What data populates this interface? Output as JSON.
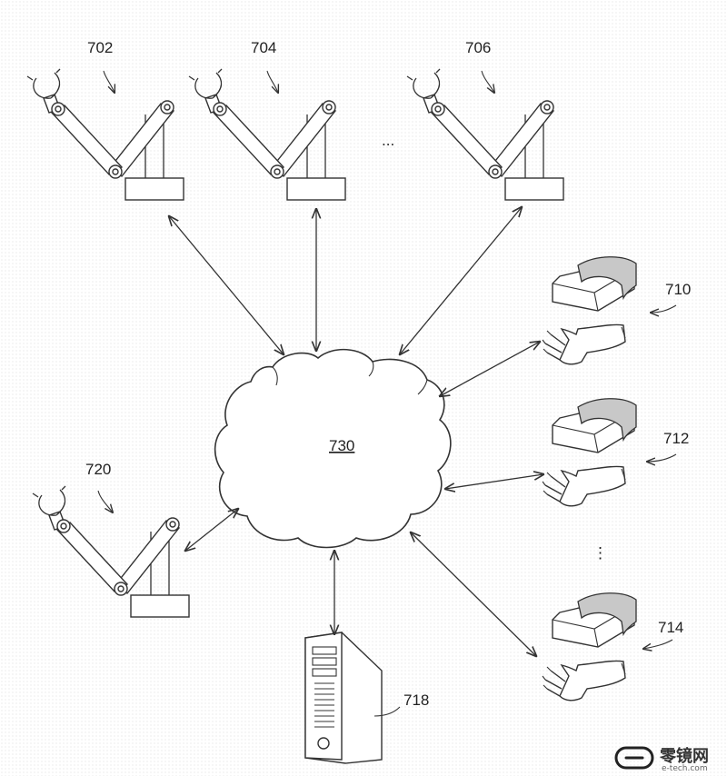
{
  "refs": {
    "robot_1": "702",
    "robot_2": "704",
    "robot_3": "706",
    "robot_4": "720",
    "user_1": "710",
    "user_2": "712",
    "user_3": "714",
    "server": "718",
    "cloud": "730"
  },
  "ellipsis_horizontal": "...",
  "ellipsis_vertical": "⋮",
  "watermark": {
    "main": "零镜网",
    "sub": "e-tech.com"
  }
}
